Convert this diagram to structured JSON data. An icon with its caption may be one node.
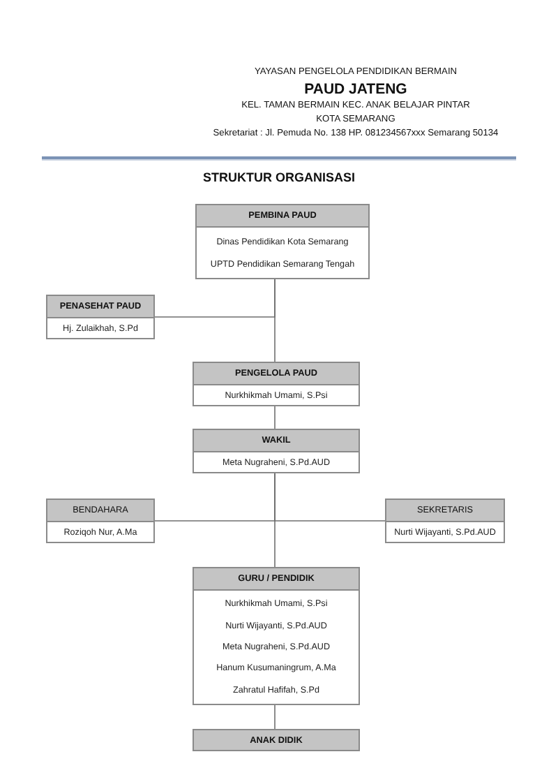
{
  "diagram": {
    "title": "STRUKTUR ORGANISASI",
    "labels": [
      "YAYASAN PENGELOLA PENDIDIKAN BERMAIN",
      "PAUD JATENG",
      "KEL. TAMAN BERMAIN KEC. ANAK BELAJAR PINTAR",
      "KOTA SEMARANG",
      "Sekretariat : Jl. Pemuda No. 138 HP. 081234567xxx Semarang 50134"
    ],
    "nodes": [
      {
        "text": [
          "PEMBINA PAUD",
          "Dinas Pendidikan Kota Semarang",
          "UPTD Pendidikan Semarang Tengah"
        ]
      },
      {
        "text": [
          "PENASEHAT PAUD",
          "Hj. Zulaikhah, S.Pd"
        ]
      },
      {
        "text": [
          "PENGELOLA PAUD",
          "Nurkhikmah Umami, S.Psi"
        ]
      },
      {
        "text": [
          "WAKIL",
          "Meta Nugraheni, S.Pd.AUD"
        ]
      },
      {
        "text": [
          "BENDAHARA",
          "Roziqoh Nur, A.Ma"
        ]
      },
      {
        "text": [
          "SEKRETARIS",
          "Nurti Wijayanti, S.Pd.AUD"
        ]
      },
      {
        "text": [
          "GURU / PENDIDIK",
          "Nurkhikmah Umami, S.Psi",
          "Nurti Wijayanti, S.Pd.AUD",
          "Meta Nugraheni, S.Pd.AUD",
          "Hanum Kusumaningrum, A.Ma",
          "Zahratul Hafifah, S.Pd"
        ]
      },
      {
        "text": [
          "ANAK DIDIK"
        ]
      }
    ],
    "edges": [
      {
        "from": 0,
        "to": 1,
        "arrow": "none"
      },
      {
        "from": 0,
        "to": 2,
        "arrow": "none"
      },
      {
        "from": 2,
        "to": 3,
        "arrow": "none"
      },
      {
        "from": 3,
        "to": 4,
        "arrow": "none"
      },
      {
        "from": 3,
        "to": 5,
        "arrow": "none"
      },
      {
        "from": 3,
        "to": 6,
        "arrow": "none"
      },
      {
        "from": 6,
        "to": 7,
        "arrow": "none"
      }
    ]
  }
}
